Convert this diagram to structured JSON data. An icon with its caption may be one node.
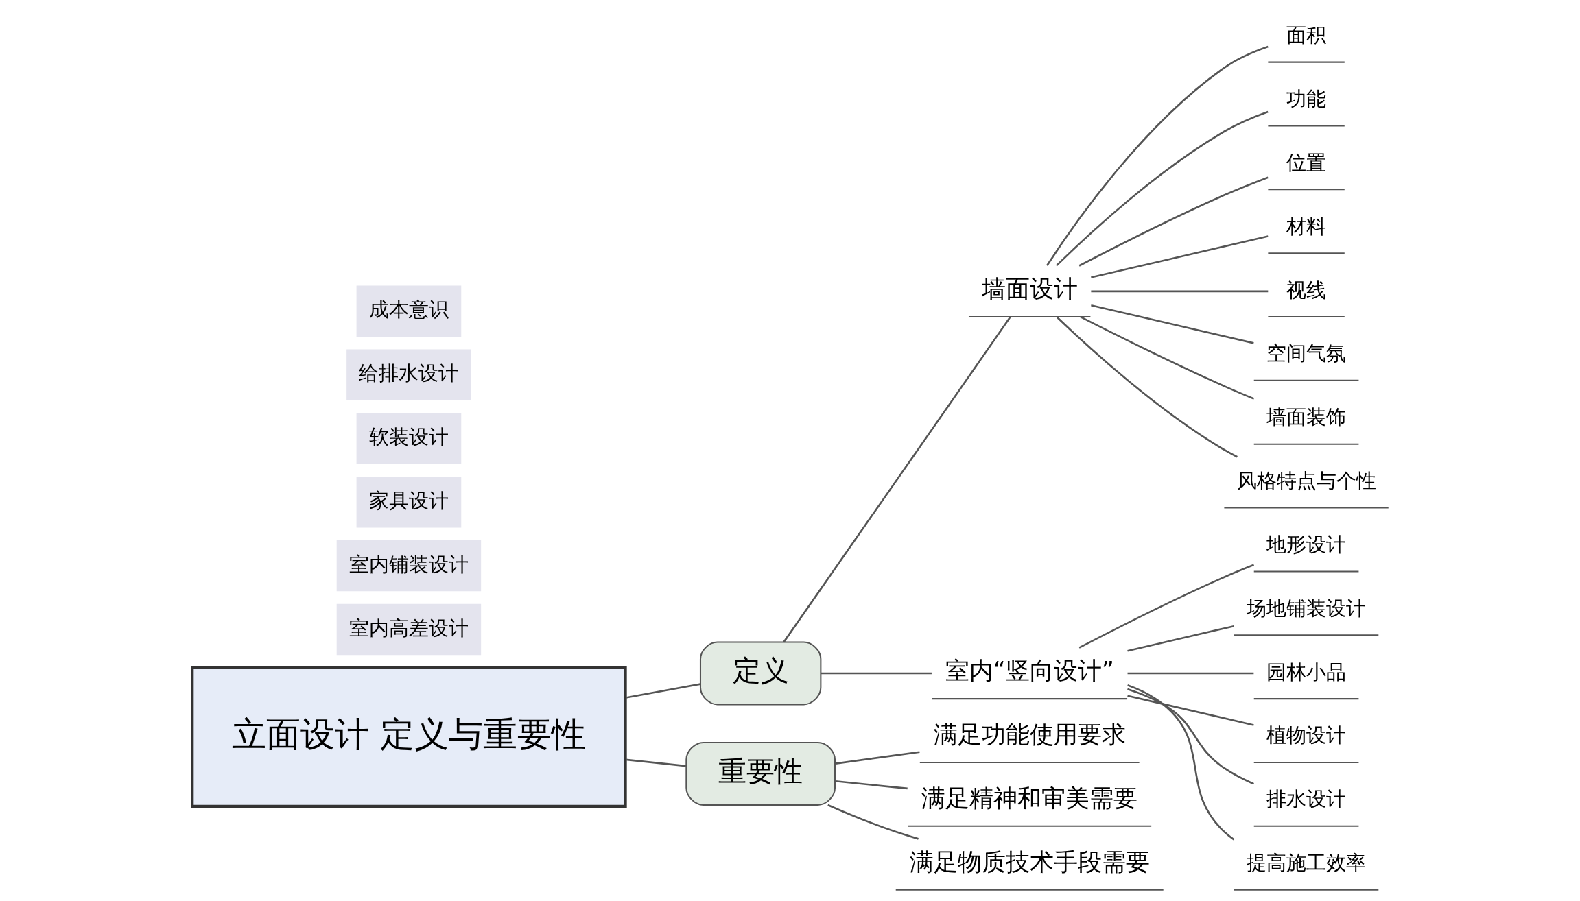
{
  "diagram": {
    "nodes": [
      {
        "text": [
          "立面设计 定义与重要性"
        ]
      },
      {
        "text": [
          "定义"
        ]
      },
      {
        "text": [
          "重要性"
        ]
      },
      {
        "text": [
          "墙面设计"
        ]
      },
      {
        "text": [
          "室内“竖向设计”"
        ]
      },
      {
        "text": [
          "面积"
        ]
      },
      {
        "text": [
          "功能"
        ]
      },
      {
        "text": [
          "位置"
        ]
      },
      {
        "text": [
          "材料"
        ]
      },
      {
        "text": [
          "视线"
        ]
      },
      {
        "text": [
          "空间气氛"
        ]
      },
      {
        "text": [
          "墙面装饰"
        ]
      },
      {
        "text": [
          "风格特点与个性"
        ]
      },
      {
        "text": [
          "地形设计"
        ]
      },
      {
        "text": [
          "场地铺装设计"
        ]
      },
      {
        "text": [
          "园林小品"
        ]
      },
      {
        "text": [
          "植物设计"
        ]
      },
      {
        "text": [
          "排水设计"
        ]
      },
      {
        "text": [
          "提高施工效率"
        ]
      },
      {
        "text": [
          "满足功能使用要求"
        ]
      },
      {
        "text": [
          "满足精神和审美需要"
        ]
      },
      {
        "text": [
          "满足物质技术手段需要"
        ]
      }
    ],
    "edges": [
      {
        "from": 0,
        "to": 1,
        "arrow": "none"
      },
      {
        "from": 0,
        "to": 2,
        "arrow": "none"
      },
      {
        "from": 1,
        "to": 3,
        "arrow": "none"
      },
      {
        "from": 1,
        "to": 4,
        "arrow": "none"
      },
      {
        "from": 3,
        "to": 5,
        "arrow": "none"
      },
      {
        "from": 3,
        "to": 6,
        "arrow": "none"
      },
      {
        "from": 3,
        "to": 7,
        "arrow": "none"
      },
      {
        "from": 3,
        "to": 8,
        "arrow": "none"
      },
      {
        "from": 3,
        "to": 9,
        "arrow": "none"
      },
      {
        "from": 3,
        "to": 10,
        "arrow": "none"
      },
      {
        "from": 3,
        "to": 11,
        "arrow": "none"
      },
      {
        "from": 3,
        "to": 12,
        "arrow": "none"
      },
      {
        "from": 4,
        "to": 13,
        "arrow": "none"
      },
      {
        "from": 4,
        "to": 14,
        "arrow": "none"
      },
      {
        "from": 4,
        "to": 15,
        "arrow": "none"
      },
      {
        "from": 4,
        "to": 16,
        "arrow": "none"
      },
      {
        "from": 4,
        "to": 17,
        "arrow": "none"
      },
      {
        "from": 4,
        "to": 18,
        "arrow": "none"
      },
      {
        "from": 2,
        "to": 19,
        "arrow": "none"
      },
      {
        "from": 2,
        "to": 20,
        "arrow": "none"
      },
      {
        "from": 2,
        "to": 21,
        "arrow": "none"
      }
    ],
    "labels": [
      "室内高差设计",
      "室内铺装设计",
      "家具设计",
      "软装设计",
      "给排水设计",
      "成本意识"
    ]
  }
}
